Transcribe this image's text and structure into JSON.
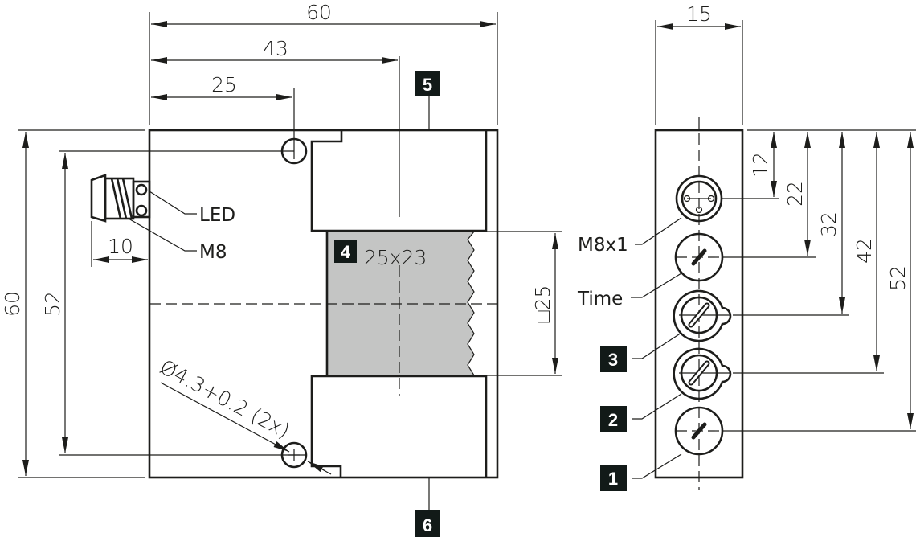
{
  "drawing": {
    "front_view": {
      "dimensions": {
        "width_total": "60",
        "slot_offset": "43",
        "hole_offset": "25",
        "height_total": "60",
        "hole_spacing": "52",
        "connector_length": "10",
        "face_size": "□25"
      },
      "labels": {
        "led": "LED",
        "m8": "M8",
        "hole_spec": "Ø4.3+0.2 (2x)",
        "active_face": "25x23"
      },
      "badges": {
        "active_face": "4",
        "top_mount": "5",
        "bottom_mount": "6"
      }
    },
    "side_view": {
      "dimensions": {
        "width": "15",
        "d12": "12",
        "d22": "22",
        "d32": "32",
        "d42": "42",
        "d52": "52"
      },
      "labels": {
        "connector": "M8x1",
        "time": "Time"
      },
      "badges": {
        "pot3": "3",
        "pot2": "2",
        "pot1": "1"
      }
    },
    "colors": {
      "line": "#1d1d1b",
      "face_fill": "#c4c5c4",
      "badge": "#121a18"
    }
  }
}
